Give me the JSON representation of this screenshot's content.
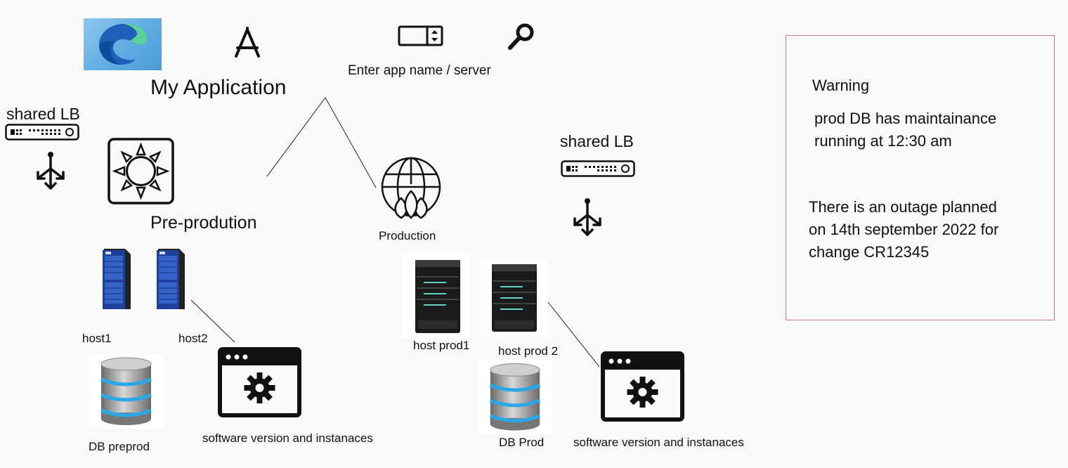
{
  "header": {
    "app_title": "My Application",
    "search_placeholder": "Enter app name / server"
  },
  "preprod": {
    "lb_label": "shared LB",
    "env_label": "Pre-prodution",
    "hosts": [
      "host1",
      "host2"
    ],
    "db_label": "DB preprod",
    "software_label": "software  version and instanaces"
  },
  "prod": {
    "lb_label": "shared LB",
    "env_label": "Production",
    "hosts": [
      "host  prod1",
      "host  prod 2"
    ],
    "db_label": "DB Prod",
    "software_label": "software  version and instanaces"
  },
  "warning": {
    "title": "Warning",
    "line1": "prod DB has maintainance",
    "line2": "running at 12:30 am",
    "outage_line1": "There is an outage planned",
    "outage_line2": "on 14th september 2022  for",
    "outage_line3": "change CR12345"
  },
  "colors": {
    "background": "#f9f9f9",
    "warning_border": "#d27a92",
    "db_blue": "#2aa7e6",
    "server_blue": "#1f3f9a"
  }
}
